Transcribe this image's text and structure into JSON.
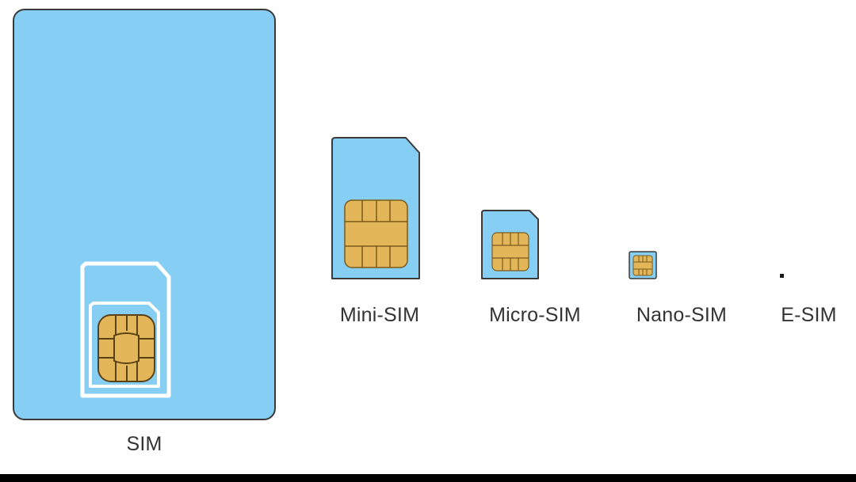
{
  "cards": [
    {
      "id": "sim",
      "label": "SIM"
    },
    {
      "id": "mini-sim",
      "label": "Mini-SIM"
    },
    {
      "id": "micro-sim",
      "label": "Micro-SIM"
    },
    {
      "id": "nano-sim",
      "label": "Nano-SIM"
    },
    {
      "id": "e-sim",
      "label": "E-SIM"
    }
  ],
  "colors": {
    "card_fill": "#87cef5",
    "card_outline": "#3a3a3a",
    "chip_fill": "#e3b659",
    "chip_lines": "#7a5a1c",
    "cutout_outline": "#ffffff",
    "caption_text": "#333333",
    "background": "#ffffff"
  }
}
